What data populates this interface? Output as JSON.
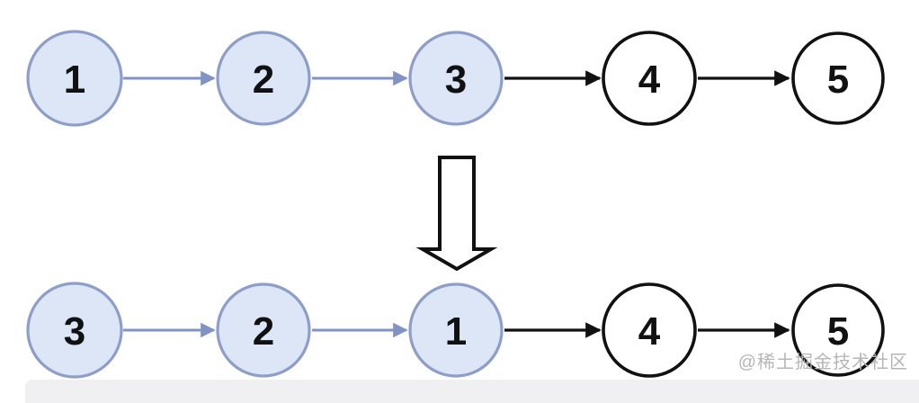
{
  "rows": [
    {
      "name": "original-list",
      "nodes": [
        {
          "label": "1",
          "highlight": true
        },
        {
          "label": "2",
          "highlight": true
        },
        {
          "label": "3",
          "highlight": true
        },
        {
          "label": "4",
          "highlight": false
        },
        {
          "label": "5",
          "highlight": false
        }
      ]
    },
    {
      "name": "reversed-list",
      "nodes": [
        {
          "label": "3",
          "highlight": true
        },
        {
          "label": "2",
          "highlight": true
        },
        {
          "label": "1",
          "highlight": true
        },
        {
          "label": "4",
          "highlight": false
        },
        {
          "label": "5",
          "highlight": false
        }
      ]
    }
  ],
  "transform_icon": "down-arrow",
  "watermark": {
    "text": "@稀土掘金技术社区"
  },
  "colors": {
    "highlight_node_fill": "#dce6f6",
    "highlight_node_border": "#8d9ec9",
    "highlight_arrow": "#8093c2",
    "plain_node_fill": "#ffffff",
    "plain_node_border": "#111111",
    "plain_arrow": "#111111",
    "watermark_text": "#b6b6b8",
    "footer_strip": "#f0f0f2"
  }
}
